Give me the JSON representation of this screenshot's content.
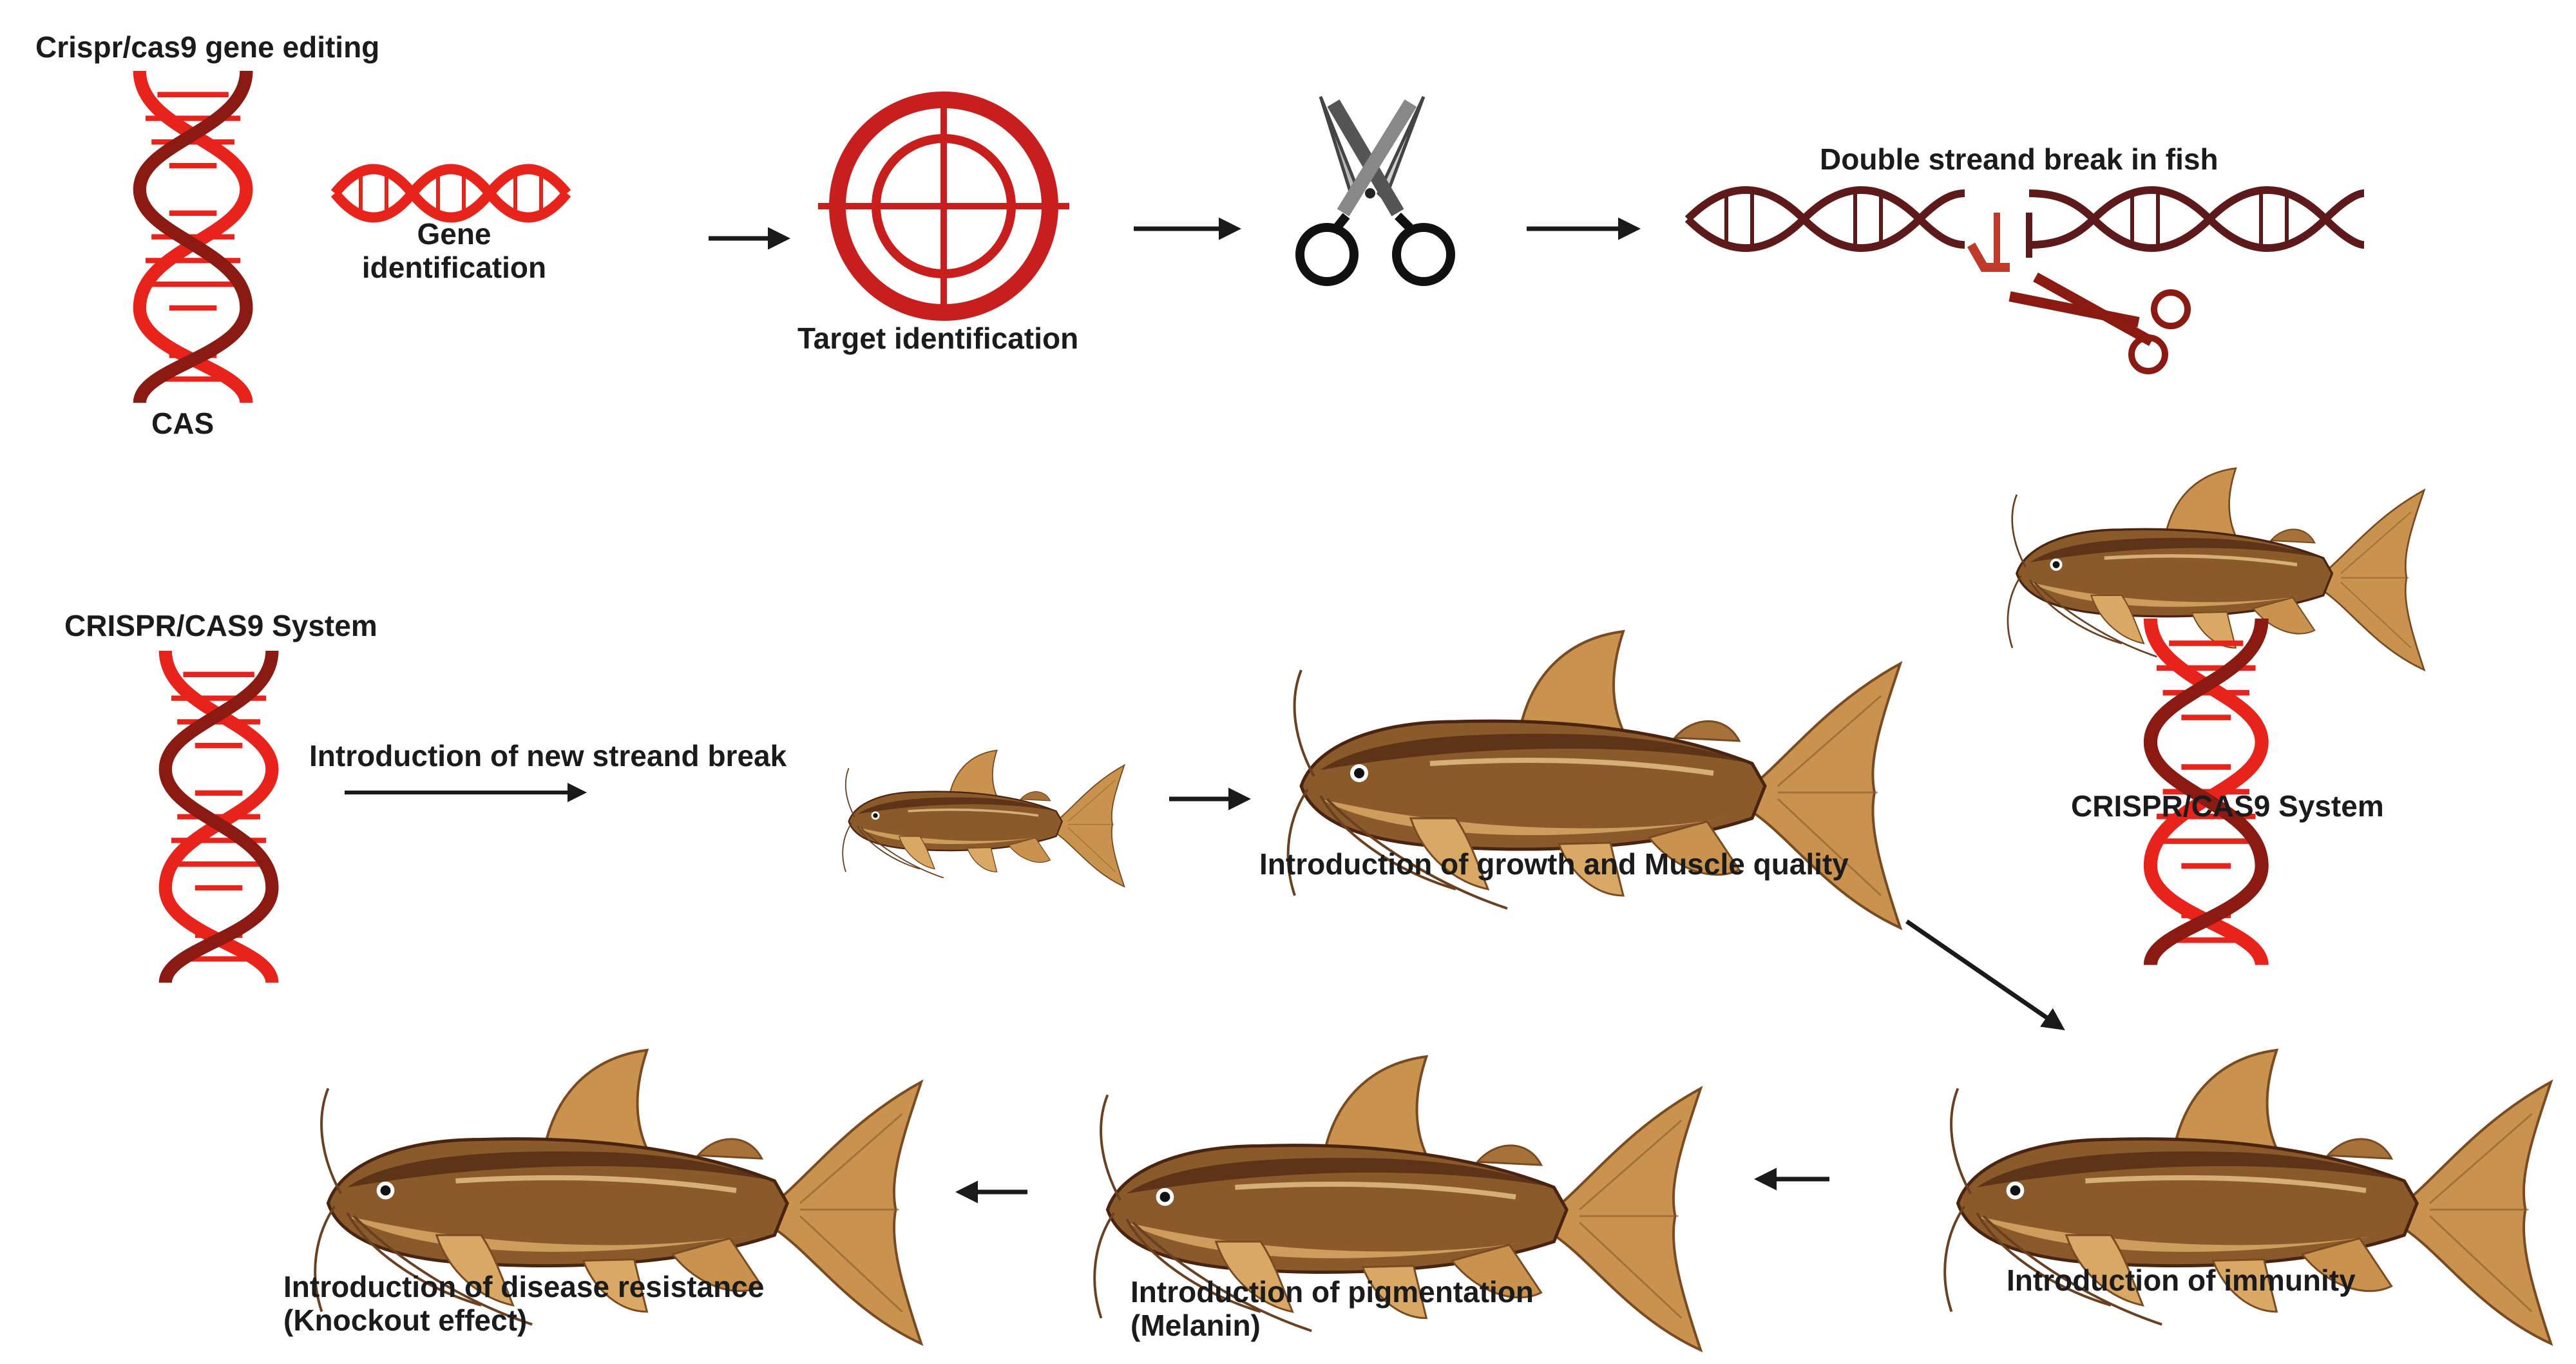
{
  "labels": {
    "crispr_gene_editing": "Crispr/cas9 gene editing",
    "cas": "CAS",
    "gene_identification_line1": "Gene",
    "gene_identification_line2": "identification",
    "target_identification": "Target identification",
    "double_strand_break": "Double streand break in fish",
    "crispr_system_left": "CRISPR/CAS9 System",
    "new_strand_break": "Introduction of new streand break",
    "growth_muscle": "Introduction of growth and Muscle quality",
    "crispr_system_right": "CRISPR/CAS9 System",
    "immunity": "Introduction of immunity",
    "pigmentation_line1": "Introduction of pigmentation",
    "pigmentation_line2": "(Melanin)",
    "disease_line1": "Introduction of disease resistance",
    "disease_line2": "(Knockout effect)"
  },
  "colors": {
    "dna_red": "#e8231c",
    "dna_dark": "#8a1a12",
    "dna_maroon": "#5e1a1a",
    "target_red": "#c81e1e",
    "fish_body": "#8a5a2b",
    "fish_dark": "#4a2410",
    "fish_fin": "#c9934f",
    "arrow": "#1a1a1a"
  },
  "icons": [
    "dna-helix-icon",
    "gene-strand-icon",
    "target-crosshair-icon",
    "scissors-icon",
    "broken-dna-icon",
    "catfish-icon"
  ]
}
